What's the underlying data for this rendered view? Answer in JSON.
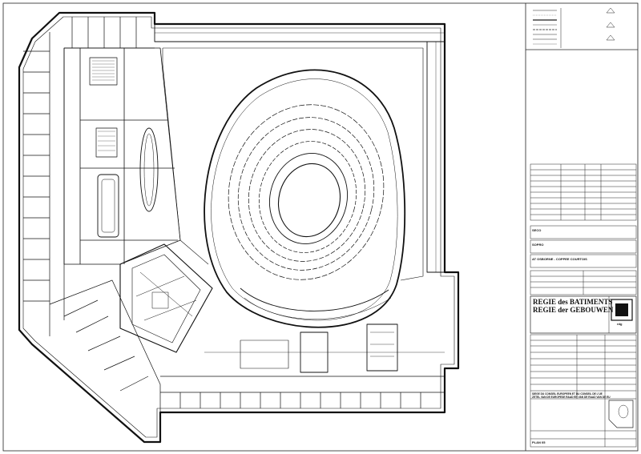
{
  "sheet": {
    "paper_color": "#ffffff",
    "ink_color": "#111111"
  },
  "plan": {
    "wall_color": "#111111",
    "hatch_color": "#555555"
  },
  "title_block": {
    "firms": {
      "firm1_name": "SECO",
      "firm2_name": "SOPRO",
      "firm3_name": "AT OSBORNE - COPPEE COURTOIS"
    },
    "client": {
      "name_fr": "REGIE des BATIMENTS",
      "name_nl": "REGIE der GEBOUWEN",
      "logo_text": "rdg"
    },
    "project": {
      "line1": "SIEGE DU CONSEIL EUROPEEN ET DU CONSEIL DE L'UE",
      "line2": "ZETEL VAN DE EUROPESE RAAD EN VAN DE RAAD VAN DE EU"
    },
    "plan_label": "PLAN 05"
  }
}
